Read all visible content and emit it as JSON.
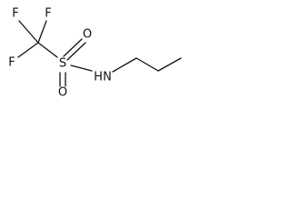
{
  "structure": {
    "atoms": {
      "f_top_left": "F",
      "f_top_right": "F",
      "f_left": "F",
      "sulfur": "S",
      "oxygen_top": "O",
      "oxygen_bottom": "O",
      "nitrogen": "N",
      "nitrogen_h": "H"
    }
  }
}
